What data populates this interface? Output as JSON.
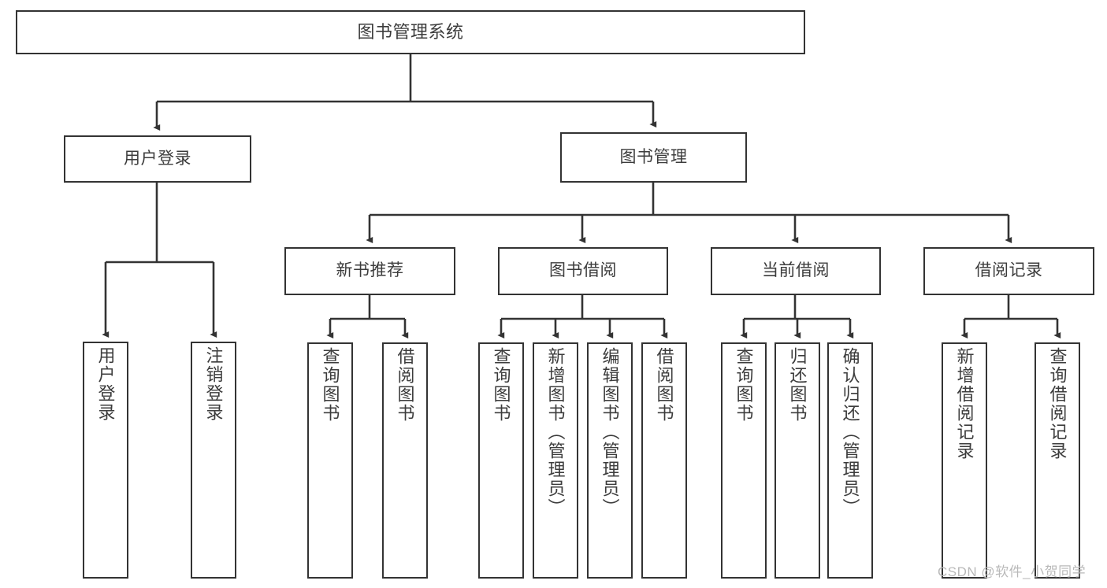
{
  "diagram": {
    "type": "tree-hierarchy",
    "title": "图书管理系统",
    "watermark": "CSDN @软件_小贺同学",
    "colors": {
      "background": "#ffffff",
      "box_border": "#333333",
      "box_fill": "#ffffff",
      "text": "#3c3c3c",
      "connector": "#333333",
      "watermark": "#b9b9b9"
    },
    "levels": {
      "root": "图书管理系统",
      "level2": [
        "用户登录",
        "图书管理"
      ],
      "level3": [
        "新书推荐",
        "图书借阅",
        "当前借阅",
        "借阅记录"
      ]
    }
  },
  "nodes": {
    "root": {
      "label": "图书管理系统"
    },
    "user_login": {
      "label": "用户登录"
    },
    "book_manage": {
      "label": "图书管理"
    },
    "new_book_rec": {
      "label": "新书推荐"
    },
    "book_borrow": {
      "label": "图书借阅"
    },
    "current_borrow": {
      "label": "当前借阅"
    },
    "borrow_record": {
      "label": "借阅记录"
    },
    "leaf_user_login": {
      "label": "用户登录"
    },
    "leaf_logout": {
      "label": "注销登录"
    },
    "leaf_query_book_a": {
      "label": "查询图书"
    },
    "leaf_borrow_book_a": {
      "label": "借阅图书"
    },
    "leaf_query_book_b": {
      "label": "查询图书"
    },
    "leaf_add_book": {
      "label": "新增图书（管理员）"
    },
    "leaf_edit_book": {
      "label": "编辑图书（管理员）"
    },
    "leaf_borrow_book_b": {
      "label": "借阅图书"
    },
    "leaf_query_book_c": {
      "label": "查询图书"
    },
    "leaf_return_book": {
      "label": "归还图书"
    },
    "leaf_confirm_return": {
      "label": "确认归还（管理员）"
    },
    "leaf_add_record": {
      "label": "新增借阅记录"
    },
    "leaf_query_record": {
      "label": "查询借阅记录"
    }
  }
}
